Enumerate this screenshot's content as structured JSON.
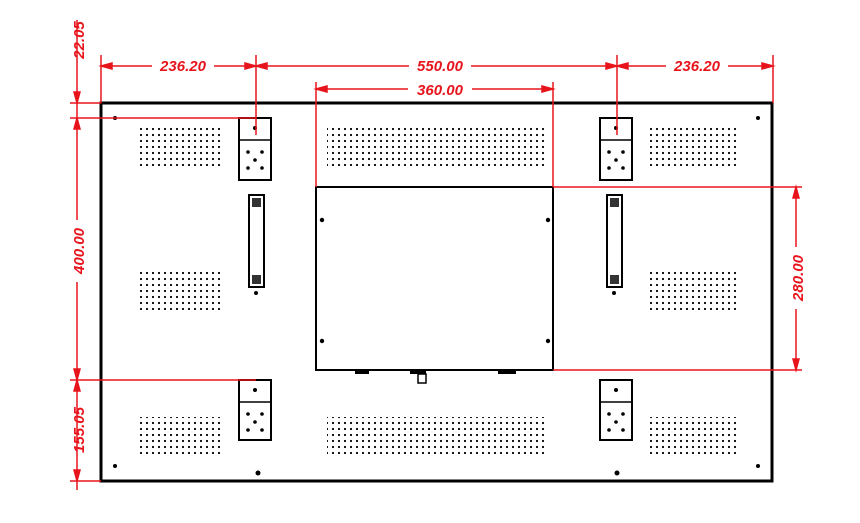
{
  "colors": {
    "dimension": "#e8141c",
    "outline": "#000000",
    "background": "#ffffff"
  },
  "dimensions": {
    "left_offset": "236.20",
    "center_span": "550.00",
    "right_offset": "236.20",
    "box_width": "360.00",
    "top_offset": "22.05",
    "vertical_span": "400.00",
    "box_height": "280.00",
    "bottom_offset": "155.05"
  }
}
